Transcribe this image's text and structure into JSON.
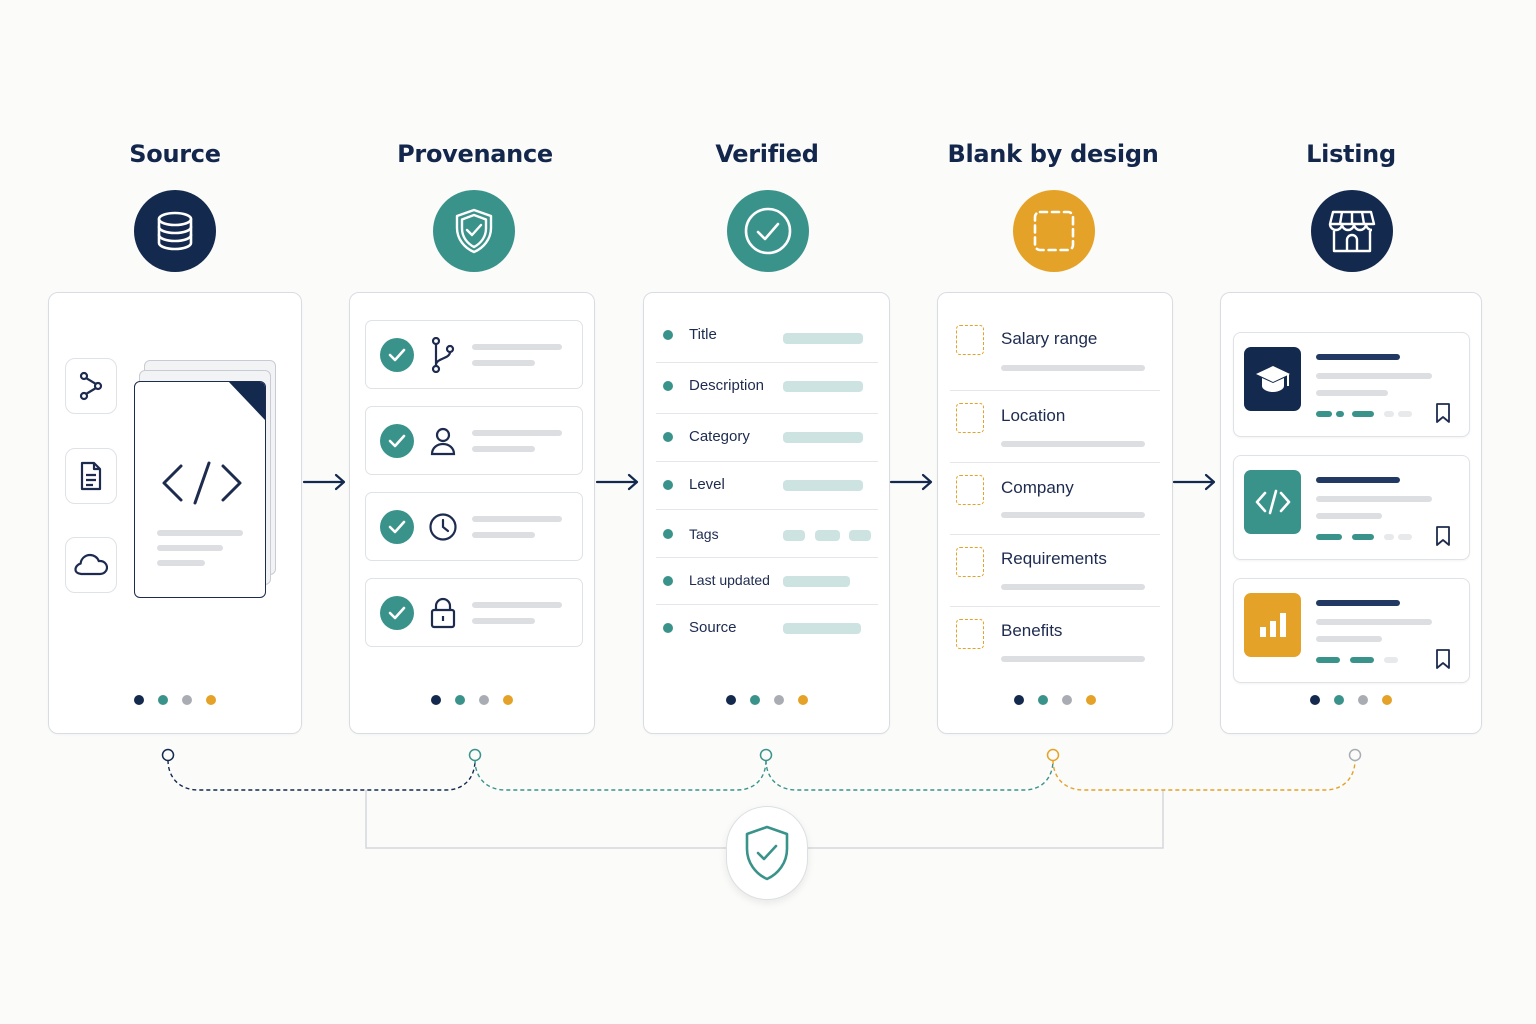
{
  "stages": {
    "source": {
      "title": "Source",
      "icon": "database-icon"
    },
    "provenance": {
      "title": "Provenance",
      "icon": "shield-check-icon"
    },
    "verified": {
      "title": "Verified",
      "icon": "check-circle-icon"
    },
    "blank": {
      "title": "Blank by design",
      "icon": "dashed-square-icon"
    },
    "listing": {
      "title": "Listing",
      "icon": "storefront-icon"
    }
  },
  "source_card": {
    "side_icons": [
      "share-nodes-icon",
      "document-icon",
      "cloud-icon"
    ],
    "document_icon": "code-icon"
  },
  "provenance_card": {
    "rows": [
      {
        "icon": "git-branch-icon"
      },
      {
        "icon": "user-icon"
      },
      {
        "icon": "clock-icon"
      },
      {
        "icon": "lock-icon"
      }
    ]
  },
  "verified_card": {
    "fields": [
      "Title",
      "Description",
      "Category",
      "Level",
      "Tags",
      "Last updated",
      "Source"
    ]
  },
  "blank_card": {
    "fields": [
      "Salary range",
      "Location",
      "Company",
      "Requirements",
      "Benefits"
    ]
  },
  "listing_card": {
    "items": [
      {
        "icon": "graduation-cap-icon",
        "color": "#13294d"
      },
      {
        "icon": "code-icon",
        "color": "#3a938b"
      },
      {
        "icon": "bar-chart-icon",
        "color": "#e5a228"
      }
    ]
  },
  "colors": {
    "navy": "#13294d",
    "teal": "#3a938b",
    "gold": "#e5a228",
    "gray": "#a9adb3"
  },
  "footer_badge": {
    "icon": "shield-check-icon"
  }
}
